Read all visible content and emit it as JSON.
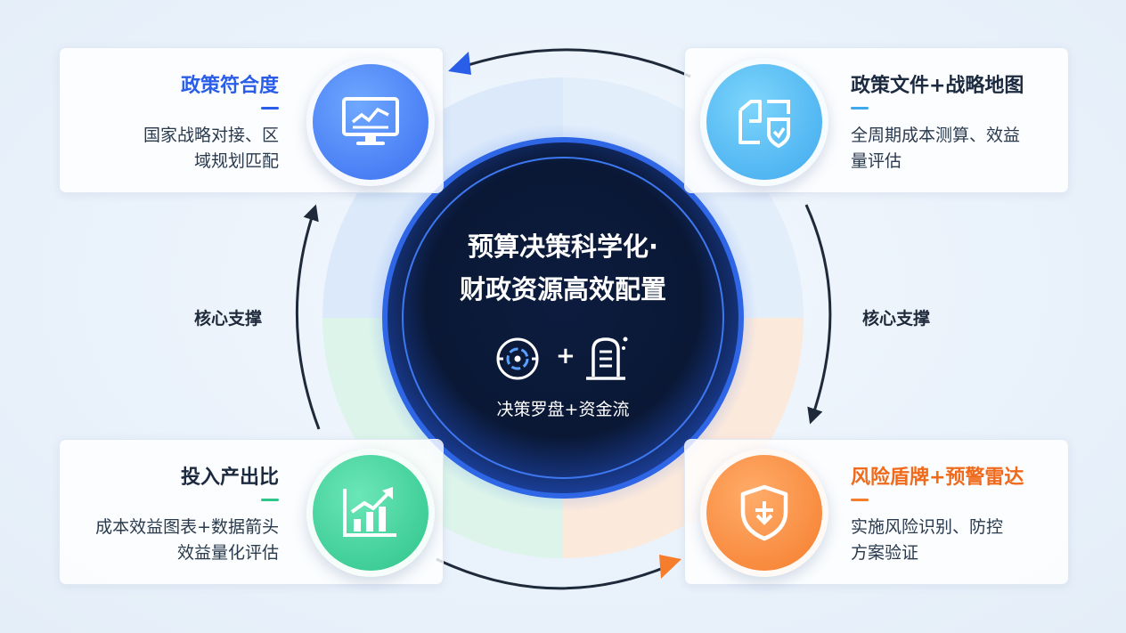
{
  "center": {
    "title_line1": "预算决策科学化·",
    "title_line2": "财政资源高效配置",
    "icon_left": "compass-icon",
    "plus": "+",
    "icon_right": "money-flow-icon",
    "subtitle": "决策罗盘+资金流"
  },
  "side_labels": {
    "left": "核心支撑",
    "right": "核心支撑"
  },
  "cards": {
    "top_left": {
      "title": "政策符合度",
      "desc_line1": "国家战略对接、区",
      "desc_line2": "域规划匹配",
      "icon": "monitor-chart-icon",
      "color": "#2a5ee8"
    },
    "top_right": {
      "title": "政策文件+战略地图",
      "desc_line1": "全周期成本测算、效益",
      "desc_line2": "量评估",
      "icon": "document-map-icon",
      "color": "#1c2a3f"
    },
    "bottom_left": {
      "title": "投入产出比",
      "desc_line1": "成本效益图表+数据箭头",
      "desc_line2": "效益量化评估",
      "icon": "bar-chart-arrow-icon",
      "color": "#1c2a3f"
    },
    "bottom_right": {
      "title": "风险盾牌+预警雷达",
      "desc_line1": "实施风险识别、防控",
      "desc_line2": "方案验证",
      "icon": "shield-icon",
      "color": "#f06a1c"
    }
  },
  "colors": {
    "blue": "#2a5ee8",
    "green": "#2ec48a",
    "orange": "#f57d2c",
    "navy": "#0b1a3a"
  }
}
